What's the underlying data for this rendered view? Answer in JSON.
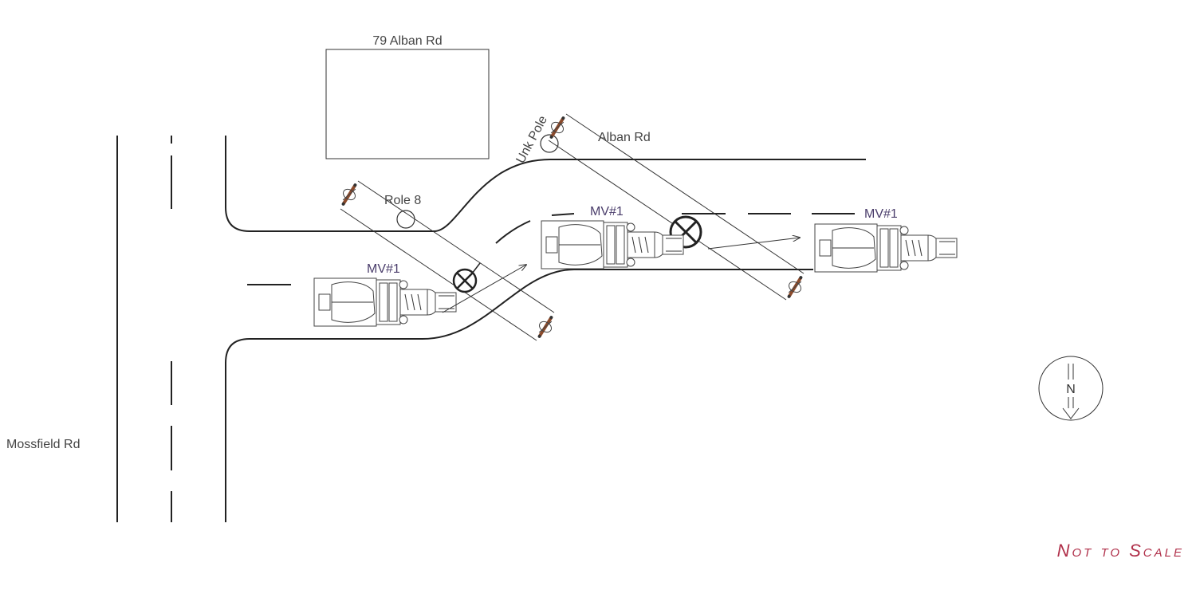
{
  "labels": {
    "building": "79 Alban Rd",
    "alban_road": "Alban Rd",
    "mossfield_road": "Mossfield Rd",
    "pole_8": "Role 8",
    "unk_pole": "Unk Pole",
    "vehicle_1": "MV#1",
    "vehicle_2": "MV#1",
    "vehicle_3": "MV#1",
    "north": "N",
    "not_to_scale": "Not to Scale"
  },
  "colors": {
    "line": "#222222",
    "label_gray": "#444444",
    "label_purple": "#4a3d6b",
    "not_to_scale": "#b0304a",
    "pole_brown": "#8b4a2b"
  }
}
